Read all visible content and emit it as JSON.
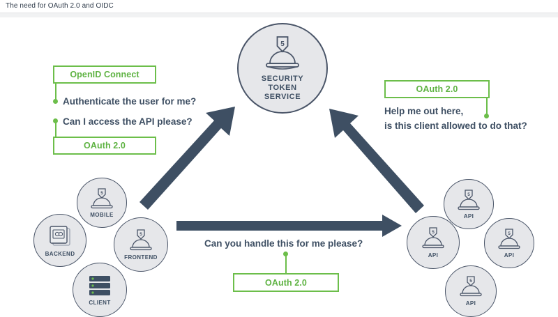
{
  "window": {
    "title": "The need for OAuth 2.0 and OIDC"
  },
  "diagram": {
    "center_node": {
      "label_line1": "SECURITY",
      "label_line2": "TOKEN",
      "label_line3": "SERVICE",
      "icon": "shield-dome-icon",
      "shield_digit": "5"
    },
    "client_cluster": [
      {
        "id": "mobile",
        "label": "MOBILE",
        "icon": "shield-dome-icon"
      },
      {
        "id": "backend",
        "label": "BACKEND",
        "icon": "stacked-cards-icon"
      },
      {
        "id": "frontend",
        "label": "FRONTEND",
        "icon": "shield-dome-icon"
      },
      {
        "id": "client",
        "label": "CLIENT",
        "icon": "server-rack-icon"
      }
    ],
    "api_cluster": [
      {
        "id": "api-top",
        "label": "API",
        "icon": "shield-dome-icon"
      },
      {
        "id": "api-left",
        "label": "API",
        "icon": "shield-dome-icon"
      },
      {
        "id": "api-right",
        "label": "API",
        "icon": "shield-dome-icon"
      },
      {
        "id": "api-bottom",
        "label": "API",
        "icon": "shield-dome-icon"
      }
    ],
    "spec_boxes": {
      "openid_connect": "OpenID Connect",
      "oauth_left": "OAuth 2.0",
      "oauth_right": "OAuth 2.0",
      "oauth_bottom": "OAuth 2.0"
    },
    "questions": {
      "authenticate": "Authenticate the user for me?",
      "access_api": "Can I access the API please?",
      "help_line1": "Help me out here,",
      "help_line2": "is this client allowed to do that?",
      "handle_request": "Can you handle this for me please?"
    },
    "arrows": [
      {
        "id": "clients-to-sts",
        "direction": "up-right"
      },
      {
        "id": "apis-to-sts",
        "direction": "up-left"
      },
      {
        "id": "clients-to-apis",
        "direction": "right"
      }
    ],
    "colors": {
      "spec_green": "#6cbe4a",
      "arrow_slate": "#3e4f63",
      "node_fill": "#e6e7ea",
      "node_stroke": "#4a5568",
      "text_slate": "#3e4f63"
    }
  }
}
